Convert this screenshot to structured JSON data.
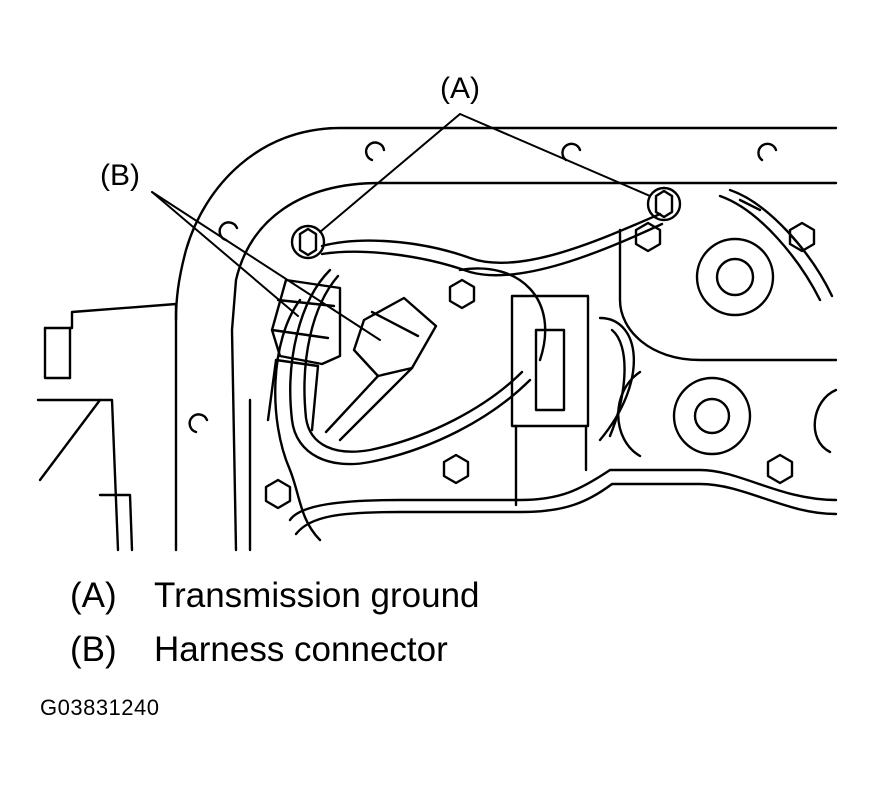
{
  "callouts": {
    "a": "(A)",
    "b": "(B)"
  },
  "legend": [
    {
      "key": "(A)",
      "text": "Transmission ground"
    },
    {
      "key": "(B)",
      "text": "Harness connector"
    }
  ],
  "figure_id": "G03831240"
}
